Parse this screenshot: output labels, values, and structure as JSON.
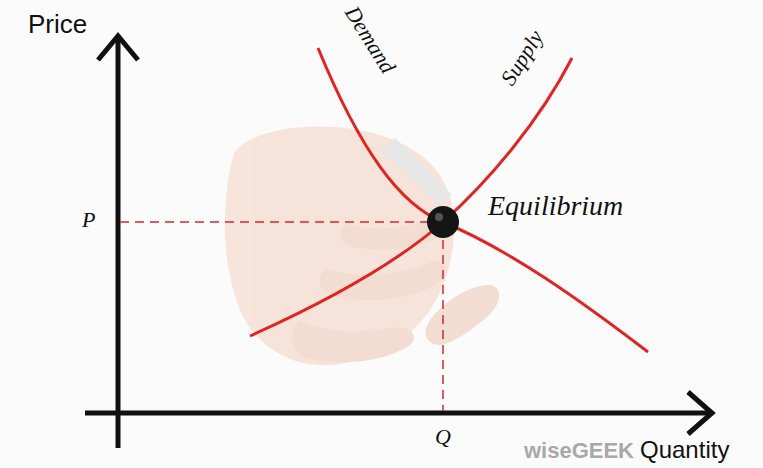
{
  "diagram": {
    "labels": [
      "Price",
      "Demand",
      "Supply",
      "P",
      "Equilibrium",
      "Q",
      "Quantity",
      "wiseGEEK"
    ]
  }
}
